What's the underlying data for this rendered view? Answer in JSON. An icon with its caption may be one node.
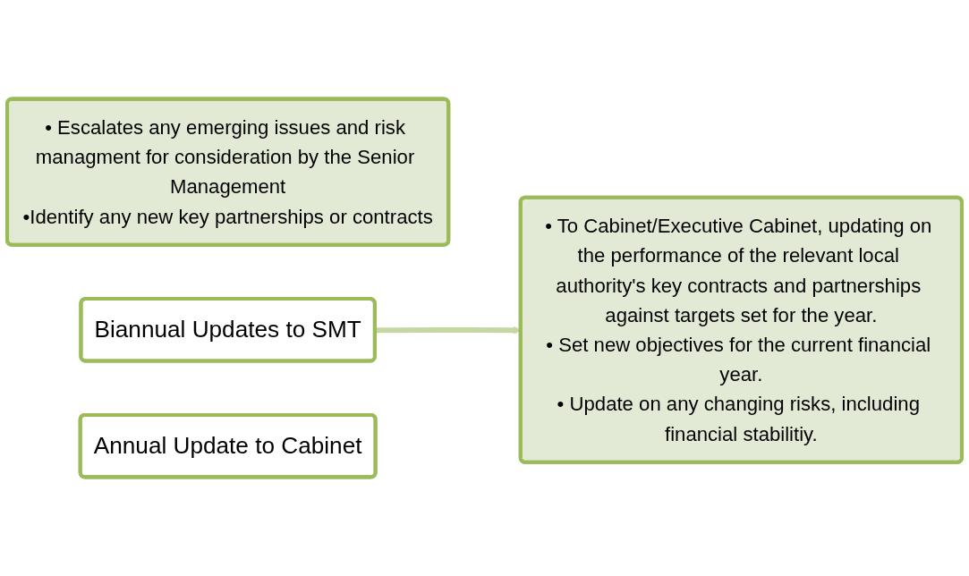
{
  "diagram": {
    "nodes": [
      {
        "text": [
          "• Escalates any emerging issues and risk managment for consideration by the Senior Management",
          "•Identify any new key partnerships or contracts"
        ]
      },
      {
        "text": [
          "Biannual Updates to SMT"
        ]
      },
      {
        "text": [
          "Annual Update to Cabinet"
        ]
      },
      {
        "text": [
          "• To Cabinet/Executive Cabinet, updating on the performance of the relevant local authority's key contracts and partnerships against targets set for the year.",
          "• Set new objectives for the current financial year.",
          "• Update on any changing risks, including financial stabilitiy."
        ]
      }
    ],
    "edges": [
      {
        "from": 1,
        "to": 3,
        "arrow": "to",
        "color": "#c5d8a4"
      }
    ]
  }
}
